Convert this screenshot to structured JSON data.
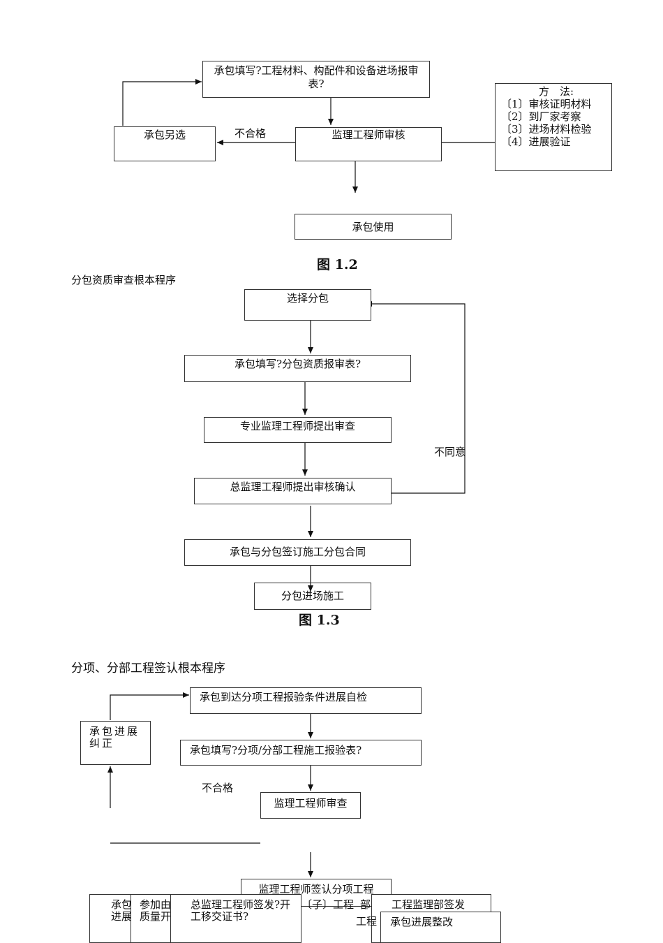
{
  "fig12": {
    "box_fill": "承包填写?工程材料、构配件和设备进场报审表?",
    "box_review": "监理工程师审核",
    "box_reselect": "承包另选",
    "label_fail": "不合格",
    "box_use": "承包使用",
    "method": {
      "title": "方　法:",
      "items": [
        "〔1〕审核证明材料",
        "〔2〕到厂家考察",
        "〔3〕进场材料检验",
        "〔4〕进展验证"
      ]
    },
    "caption": "图 1.2"
  },
  "fig13": {
    "heading": "分包资质审查根本程序",
    "box_select": "选择分包",
    "box_fill": "承包填写?分包资质报审表?",
    "box_review": "专业监理工程师提出审查",
    "box_confirm": "总监理工程师提出审核确认",
    "label_disagree": "不同意",
    "box_contract": "承包与分包签订施工分包合同",
    "box_enter": "分包进场施工",
    "caption": "图 1.3"
  },
  "fig14": {
    "heading": "分项、分部工程签认根本程序",
    "box_selfcheck": "承包到达分项工程报验条件进展自检",
    "box_correct": "承包进展纠正",
    "box_fill": "承包填写?分项/分部工程施工报验表?",
    "label_fail": "不合格",
    "box_review": "监理工程师审查",
    "box_sign": "监理工程师签认分项工程",
    "bottom": {
      "b1": "承包进展",
      "b2": "参加由质量开",
      "b3": "总监理工程师签发?开工移交证书?",
      "b4": "〔子〕工程",
      "b5": "部",
      "b6": "工程监理部签发",
      "b6b": "工程",
      "b7": "承包进展整改"
    }
  }
}
